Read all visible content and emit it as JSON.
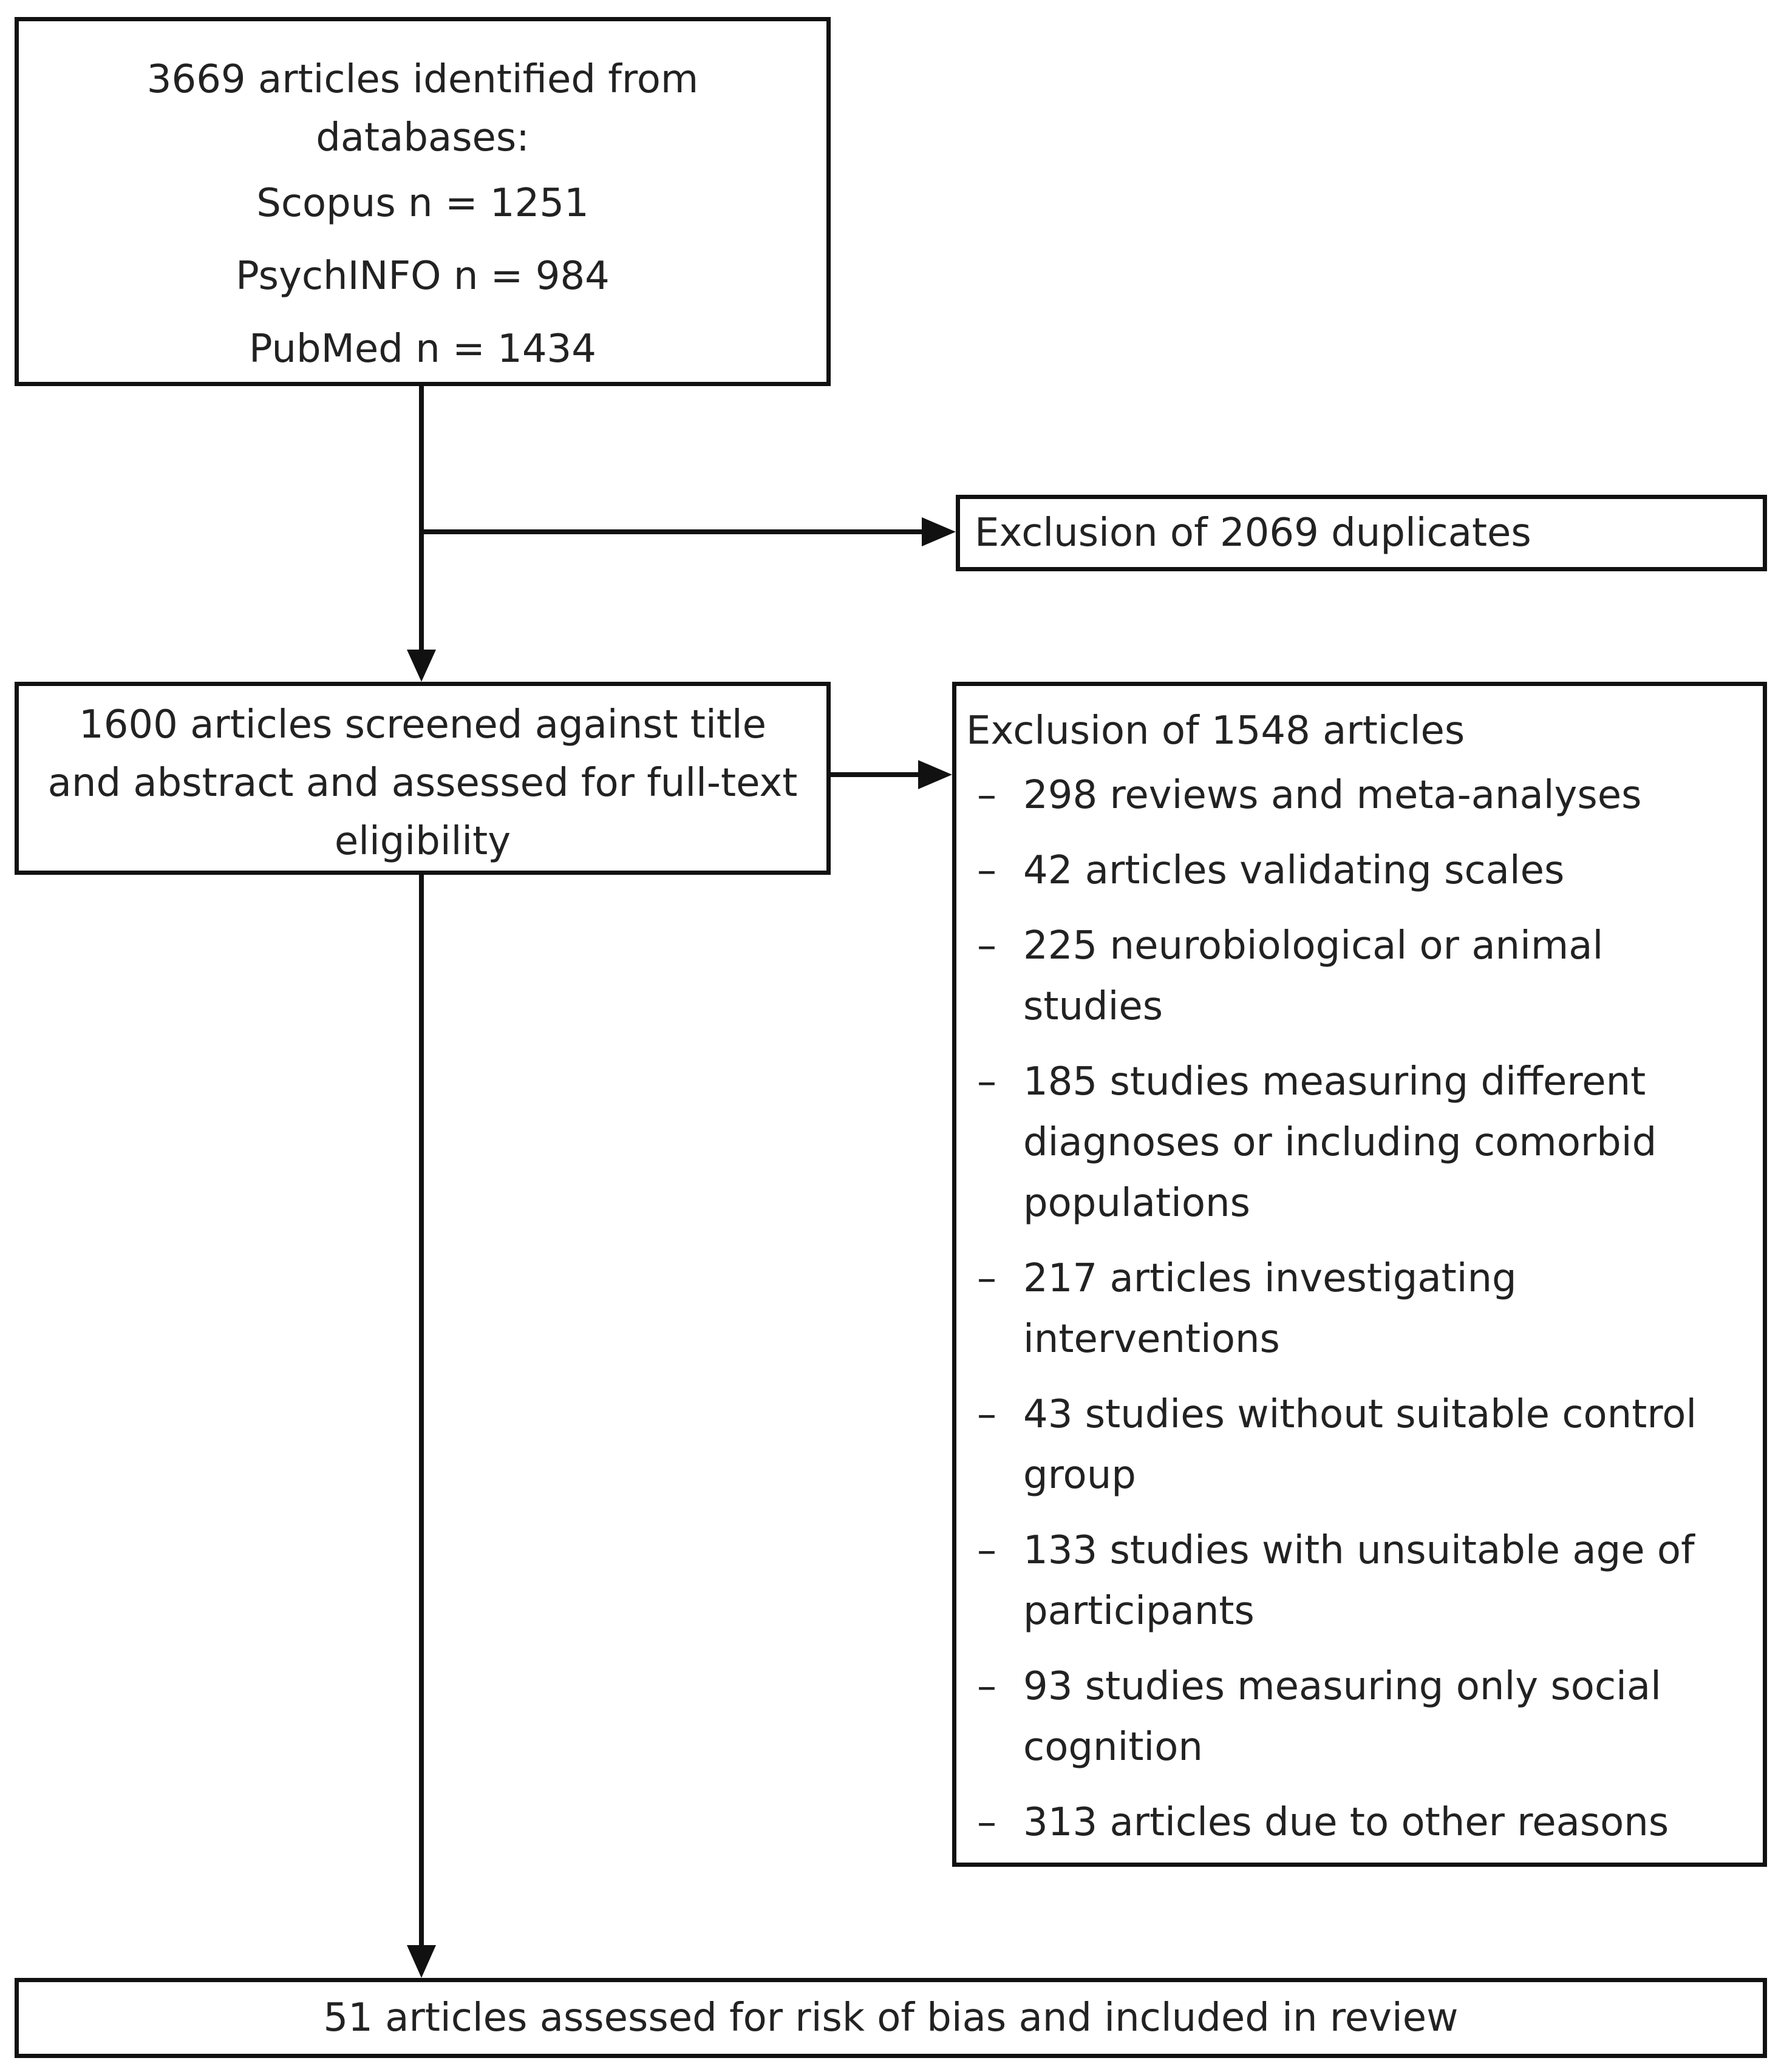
{
  "identified": {
    "lines": [
      "3669  articles identified from",
      "databases:",
      "Scopus n = 1251",
      "PsychINFO n = 984",
      "PubMed n = 1434"
    ]
  },
  "duplicates": {
    "text": "Exclusion of 2069  duplicates"
  },
  "screened": {
    "lines": [
      "1600  articles screened against title",
      "and abstract and assessed for full-text",
      "eligibility"
    ]
  },
  "exclusions": {
    "heading": "Exclusion of 1548 articles",
    "dash": "–",
    "reasons": [
      "298  reviews and meta-analyses",
      "42  articles validating scales",
      "225  neurobiological or animal\nstudies",
      "185  studies measuring different\ndiagnoses or including comorbid\npopulations",
      "217  articles investigating\ninterventions",
      "43  studies without suitable control\ngroup",
      "133  studies with unsuitable age of\nparticipants",
      "93  studies measuring only social\ncognition",
      "313  articles due to other reasons"
    ]
  },
  "included": {
    "text": "51  articles assessed for risk of bias and included in review"
  },
  "colors": {
    "stroke": "#111111",
    "text": "#222222",
    "background": "#ffffff"
  }
}
